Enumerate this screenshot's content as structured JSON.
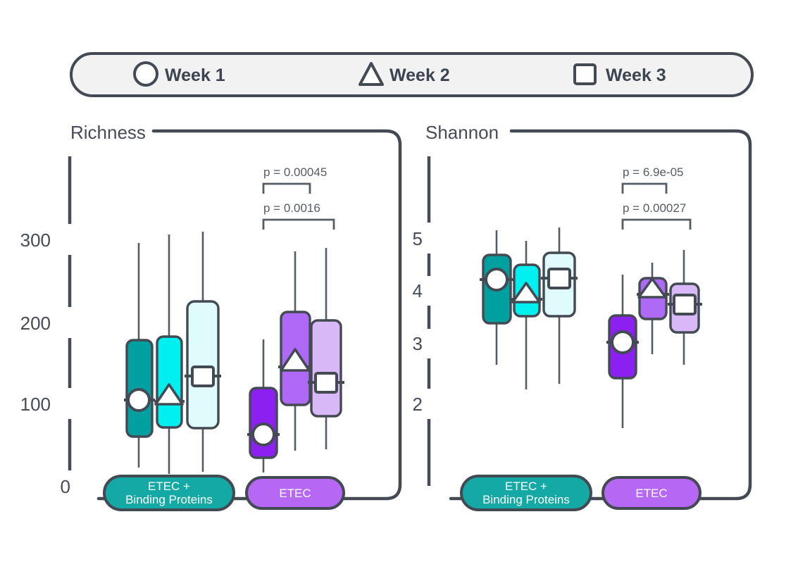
{
  "figure": {
    "background": "#ffffff",
    "stroke": "#434a54",
    "legend": {
      "box_fill": "#f2f2f2",
      "items": [
        {
          "icon": "circle-marker-icon",
          "label": "Week 1"
        },
        {
          "icon": "triangle-marker-icon",
          "label": "Week 2"
        },
        {
          "icon": "square-marker-icon",
          "label": "Week 3"
        }
      ]
    },
    "colors": {
      "teal_week1": "#00a0a0",
      "teal_week2": "#00f0f0",
      "teal_week3": "#e0fbfb",
      "purple_week1": "#8b20f0",
      "purple_week2": "#af6af5",
      "purple_week3": "#d9b8f8",
      "group_pill_teal": "#14a9a4",
      "group_pill_purple": "#b668f5",
      "outline": "#434a54",
      "marker_fill": "#ffffff"
    },
    "groups": [
      {
        "name": "ETEC + Binding Proteins",
        "line1": "ETEC +",
        "line2": "Binding Proteins"
      },
      {
        "name": "ETEC",
        "line1": "ETEC",
        "line2": ""
      }
    ]
  },
  "chart_data": [
    {
      "type": "box",
      "title": "Richness",
      "xlabel": "",
      "ylabel": "Richness",
      "ylim": [
        0,
        340
      ],
      "yticks": [
        0,
        100,
        200,
        300
      ],
      "ytick_labels": [
        "0",
        "100",
        "200",
        "300"
      ],
      "grid": false,
      "legend_position": "top",
      "categories": [
        "ETEC + Binding Proteins",
        "ETEC"
      ],
      "series": [
        {
          "name": "Week 1",
          "marker": "circle",
          "boxes": [
            {
              "group": "ETEC + Binding Proteins",
              "whisker_low": 34,
              "q1": 60,
              "median": 105,
              "q3": 174,
              "whisker_high": 296
            },
            {
              "group": "ETEC",
              "whisker_low": 24,
              "q1": 35,
              "median": 62,
              "q3": 118,
              "whisker_high": 185
            }
          ]
        },
        {
          "name": "Week 2",
          "marker": "triangle",
          "boxes": [
            {
              "group": "ETEC + Binding Proteins",
              "whisker_low": 22,
              "q1": 72,
              "median": 104,
              "q3": 178,
              "whisker_high": 307
            },
            {
              "group": "ETEC",
              "whisker_low": 37,
              "q1": 98,
              "median": 140,
              "q3": 210,
              "whisker_high": 288
            }
          ]
        },
        {
          "name": "Week 3",
          "marker": "square",
          "boxes": [
            {
              "group": "ETEC + Binding Proteins",
              "whisker_low": 23,
              "q1": 85,
              "median": 128,
              "q3": 222,
              "whisker_high": 311
            },
            {
              "group": "ETEC",
              "whisker_low": 30,
              "q1": 88,
              "median": 125,
              "q3": 200,
              "whisker_high": 278
            }
          ]
        }
      ],
      "annotations": [
        {
          "text": "p = 0.00045",
          "from": "ETEC Week 1",
          "to": "ETEC Week 2"
        },
        {
          "text": "p = 0.0016",
          "from": "ETEC Week 1",
          "to": "ETEC Week 3"
        }
      ]
    },
    {
      "type": "box",
      "title": "Shannon",
      "xlabel": "",
      "ylabel": "Shannon",
      "ylim": [
        1.55,
        5.55
      ],
      "yticks": [
        2,
        3,
        4,
        5
      ],
      "ytick_labels": [
        "2",
        "3",
        "4",
        "5"
      ],
      "grid": false,
      "legend_position": "top",
      "categories": [
        "ETEC + Binding Proteins",
        "ETEC"
      ],
      "series": [
        {
          "name": "Week 1",
          "marker": "circle",
          "boxes": [
            {
              "group": "ETEC + Binding Proteins",
              "whisker_low": 2.72,
              "q1": 3.71,
              "median": 4.17,
              "q3": 4.64,
              "whisker_high": 5.17
            },
            {
              "group": "ETEC",
              "whisker_low": 1.85,
              "q1": 2.68,
              "median": 3.05,
              "q3": 3.44,
              "whisker_high": 4.36
            }
          ]
        },
        {
          "name": "Week 2",
          "marker": "triangle",
          "boxes": [
            {
              "group": "ETEC + Binding Proteins",
              "whisker_low": 2.52,
              "q1": 3.78,
              "median": 3.88,
              "q3": 4.45,
              "whisker_high": 5.03
            },
            {
              "group": "ETEC",
              "whisker_low": 2.87,
              "q1": 3.75,
              "median": 4.03,
              "q3": 4.45,
              "whisker_high": 4.88
            }
          ]
        },
        {
          "name": "Week 3",
          "marker": "square",
          "boxes": [
            {
              "group": "ETEC + Binding Proteins",
              "whisker_low": 2.38,
              "q1": 3.78,
              "median": 4.18,
              "q3": 4.68,
              "whisker_high": 5.2
            },
            {
              "group": "ETEC",
              "whisker_low": 2.62,
              "q1": 3.55,
              "median": 3.8,
              "q3": 4.37,
              "whisker_high": 4.94
            }
          ]
        }
      ],
      "annotations": [
        {
          "text": "p = 6.9e-05",
          "from": "ETEC Week 1",
          "to": "ETEC Week 2"
        },
        {
          "text": "p = 0.00027",
          "from": "ETEC Week 1",
          "to": "ETEC Week 3"
        }
      ]
    }
  ]
}
